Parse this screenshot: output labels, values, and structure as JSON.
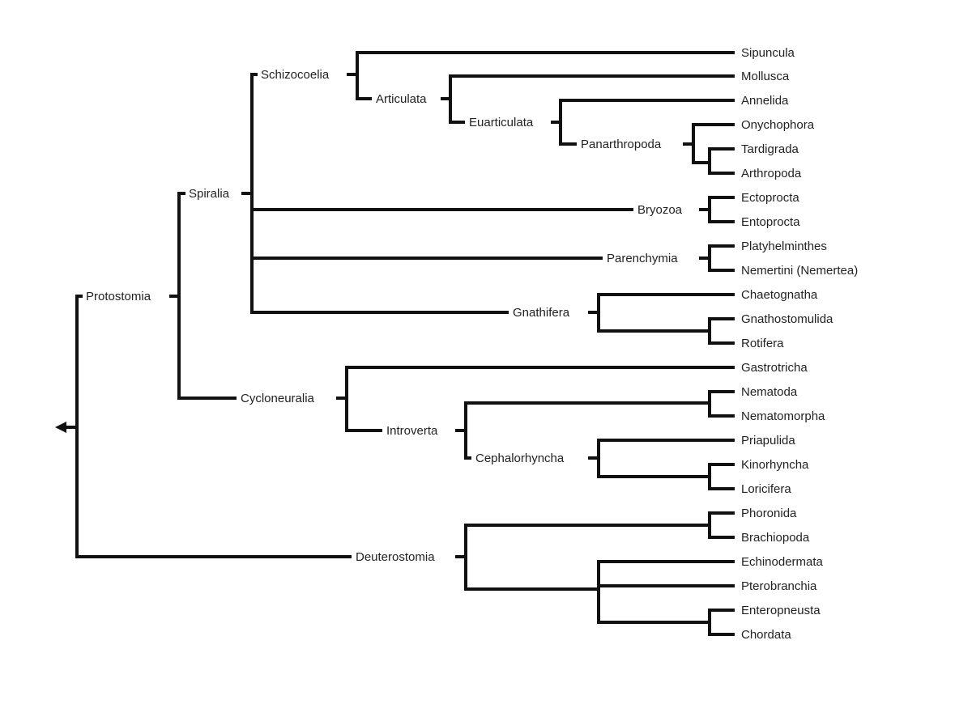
{
  "tree": {
    "leaves": {
      "sipuncula": "Sipuncula",
      "mollusca": "Mollusca",
      "annelida": "Annelida",
      "onychophora": "Onychophora",
      "tardigrada": "Tardigrada",
      "arthropoda": "Arthropoda",
      "ectoprocta": "Ectoprocta",
      "entoprocta": "Entoprocta",
      "platyhelminthes": "Platyhelminthes",
      "nemertini": "Nemertini (Nemertea)",
      "chaetognatha": "Chaetognatha",
      "gnathostomulida": "Gnathostomulida",
      "rotifera": "Rotifera",
      "gastrotricha": "Gastrotricha",
      "nematoda": "Nematoda",
      "nematomorpha": "Nematomorpha",
      "priapulida": "Priapulida",
      "kinorhyncha": "Kinorhyncha",
      "loricifera": "Loricifera",
      "phoronida": "Phoronida",
      "brachiopoda": "Brachiopoda",
      "echinodermata": "Echinodermata",
      "pterobranchia": "Pterobranchia",
      "enteropneusta": "Enteropneusta",
      "chordata": "Chordata"
    },
    "clades": {
      "protostomia": "Protostomia",
      "spiralia": "Spiralia",
      "schizocoelia": "Schizocoelia",
      "articulata": "Articulata",
      "euarticulata": "Euarticulata",
      "panarthropoda": "Panarthropoda",
      "bryozoa": "Bryozoa",
      "parenchymia": "Parenchymia",
      "gnathifera": "Gnathifera",
      "cycloneuralia": "Cycloneuralia",
      "introverta": "Introverta",
      "cephalorhyncha": "Cephalorhyncha",
      "deuterostomia": "Deuterostomia"
    }
  }
}
